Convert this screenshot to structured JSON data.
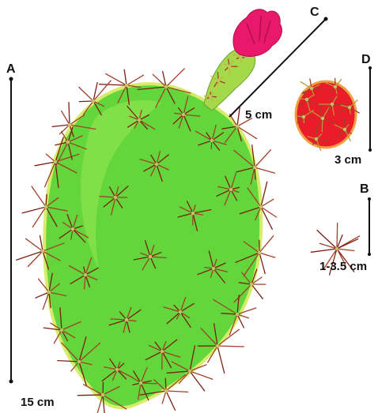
{
  "labels": {
    "A": "A",
    "B": "B",
    "C": "C",
    "D": "D"
  },
  "measurements": {
    "A": "15 cm",
    "B": "1-3.5 cm",
    "C": "5 cm",
    "D": "3 cm"
  },
  "colors": {
    "pad": "#62d63a",
    "pad_highlight": "#a8ec5a",
    "pad_edge": "#d6ec6a",
    "spine": "#7a1f12",
    "spine_light": "#a0402a",
    "areole": "#c7c06a",
    "fruit": "#ea1c2a",
    "fruit_edge": "#f0a040",
    "flower": "#e8186a",
    "flower_bud": "#a6d94a",
    "line": "#111111"
  }
}
